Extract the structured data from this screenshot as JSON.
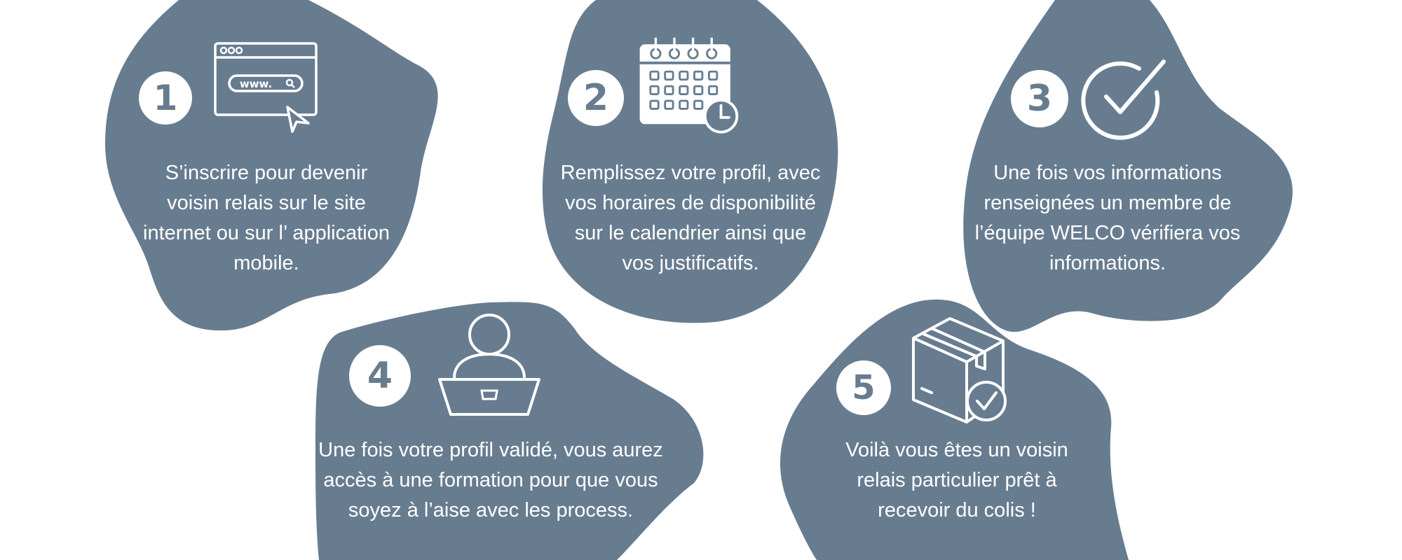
{
  "colors": {
    "blob": "#687c90",
    "background": "#ffffff",
    "foreground": "#ffffff"
  },
  "steps": [
    {
      "number": "1",
      "icon": "website-browser-icon",
      "text": "S’inscrire pour devenir voisin relais sur le site internet ou sur l’ application mobile.",
      "browser_url": "www."
    },
    {
      "number": "2",
      "icon": "calendar-clock-icon",
      "text": "Remplissez votre profil, avec vos horaires de disponibilité sur le calendrier ainsi que vos justificatifs."
    },
    {
      "number": "3",
      "icon": "checkmark-circle-icon",
      "text": "Une fois vos informations renseignées un membre de l’équipe WELCO vérifiera vos informations."
    },
    {
      "number": "4",
      "icon": "person-laptop-icon",
      "text": "Une fois votre profil validé, vous aurez accès à une formation pour que vous soyez à l’aise avec les process."
    },
    {
      "number": "5",
      "icon": "package-check-icon",
      "text": "Voilà vous êtes un voisin relais particulier prêt à recevoir du colis !"
    }
  ]
}
